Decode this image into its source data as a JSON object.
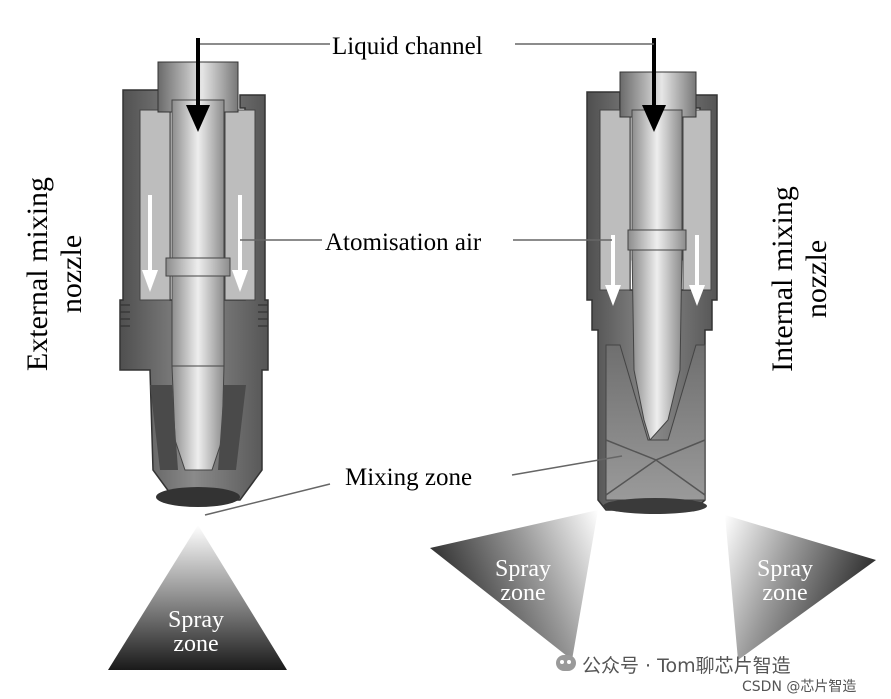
{
  "labels": {
    "liquid_channel": "Liquid channel",
    "atomisation_air": "Atomisation air",
    "mixing_zone": "Mixing zone",
    "external_line1": "External mixing",
    "external_line2": "nozzle",
    "internal_line1": "Internal mixing",
    "internal_line2": "nozzle",
    "spray_line1": "Spray",
    "spray_line2": "zone"
  },
  "watermarks": {
    "wechat": "公众号 · Tom聊芯片智造",
    "csdn": "CSDN @芯片智造"
  },
  "colors": {
    "metal_dark": "#5e5e5e",
    "metal_mid": "#8f8f8f",
    "metal_light": "#d9d9d9",
    "arrow_black": "#000000",
    "arrow_white": "#ffffff"
  },
  "icons": {
    "wechat_icon": "wechat-icon"
  }
}
